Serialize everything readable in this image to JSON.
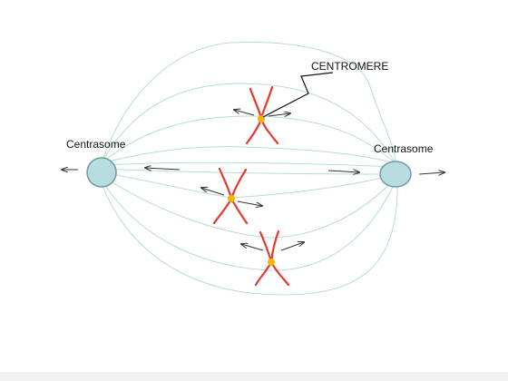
{
  "labels": {
    "centromere": "CENTROMERE",
    "centrosome_left": "Centrasome",
    "centrosome_right": "Centrasome"
  },
  "colors": {
    "spindle": "#b9dcd6",
    "centrosome_fill": "#b8dde0",
    "centrosome_stroke": "#6f9a9f",
    "chromatid": "#e8382c",
    "centromere": "#f5b400",
    "arrow": "#333333"
  }
}
